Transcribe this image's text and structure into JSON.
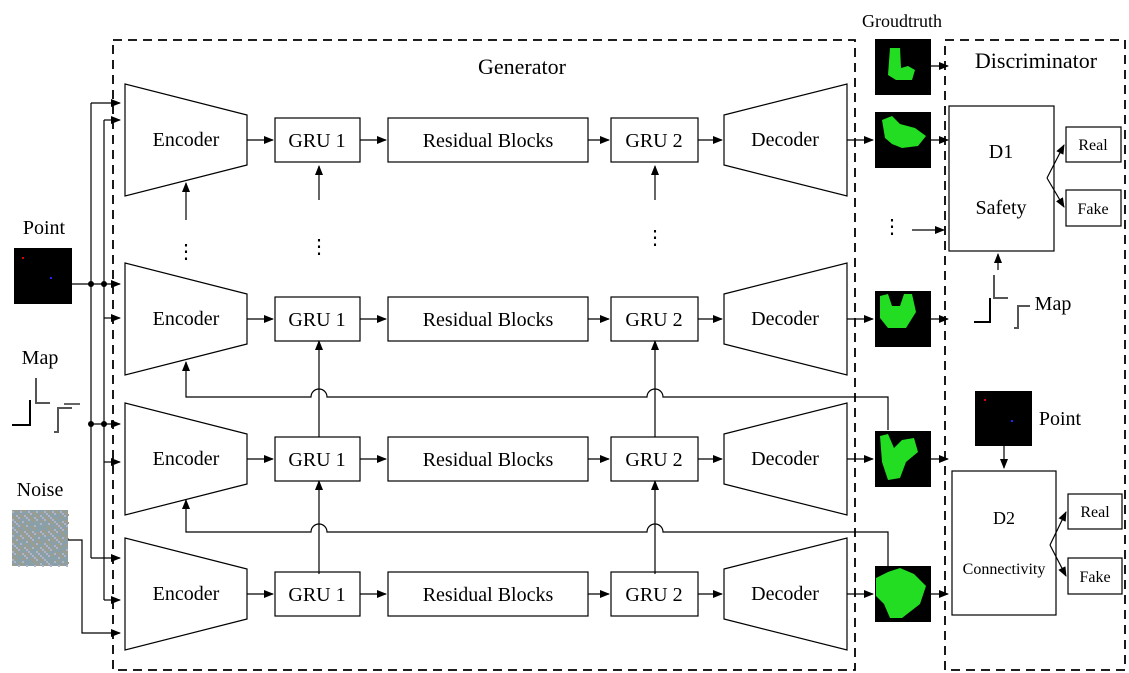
{
  "generator_title": "Generator",
  "discriminator_title": "Discriminator",
  "inputs": {
    "point": "Point",
    "map": "Map",
    "noise": "Noise"
  },
  "groundtruth_label": "Groudtruth",
  "rows": [
    {
      "encoder": "Encoder",
      "gru1": "GRU 1",
      "residual": "Residual Blocks",
      "gru2": "GRU 2",
      "decoder": "Decoder"
    },
    {
      "encoder": "Encoder",
      "gru1": "GRU 1",
      "residual": "Residual Blocks",
      "gru2": "GRU 2",
      "decoder": "Decoder"
    },
    {
      "encoder": "Encoder",
      "gru1": "GRU 1",
      "residual": "Residual Blocks",
      "gru2": "GRU 2",
      "decoder": "Decoder"
    },
    {
      "encoder": "Encoder",
      "gru1": "GRU 1",
      "residual": "Residual Blocks",
      "gru2": "GRU 2",
      "decoder": "Decoder"
    }
  ],
  "ellipsis": "…",
  "d1": {
    "name": "D1",
    "sub": "Safety",
    "map_label": "Map",
    "real": "Real",
    "fake": "Fake"
  },
  "d2": {
    "name": "D2",
    "sub": "Connectivity",
    "point_label": "Point",
    "real": "Real",
    "fake": "Fake"
  },
  "colors": {
    "arrow": "#000000",
    "mask_green": "#22dd22",
    "image_bg": "#000000",
    "noise": "#8aa0a8"
  }
}
